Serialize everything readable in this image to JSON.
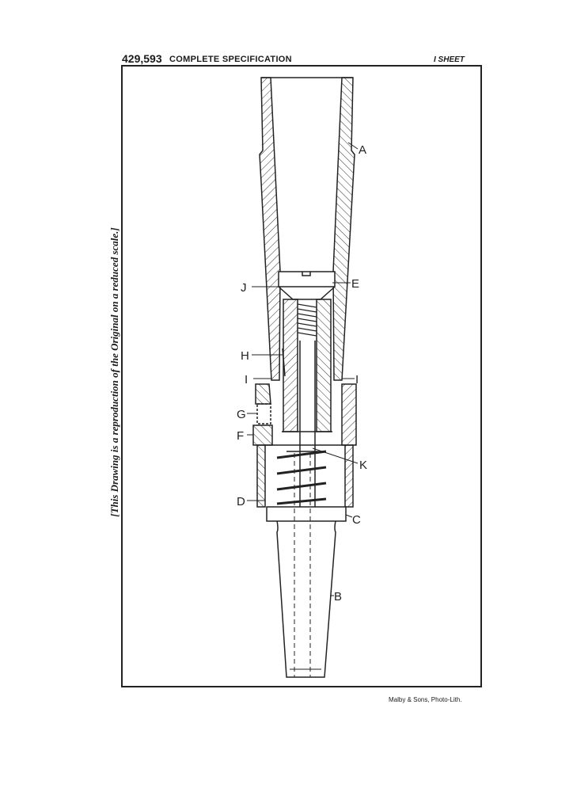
{
  "header": {
    "patent_number": "429,593",
    "title": "COMPLETE SPECIFICATION",
    "sheet": "I SHEET"
  },
  "side_note": "[This Drawing is a reproduction of the Original on a reduced scale.]",
  "footer": "Malby & Sons, Photo-Lith.",
  "labels": {
    "A": "A",
    "B": "B",
    "C": "C",
    "D": "D",
    "E": "E",
    "F": "F",
    "G": "G",
    "H": "H",
    "I_left": "I",
    "I_right": "I",
    "J": "J",
    "K": "K"
  }
}
